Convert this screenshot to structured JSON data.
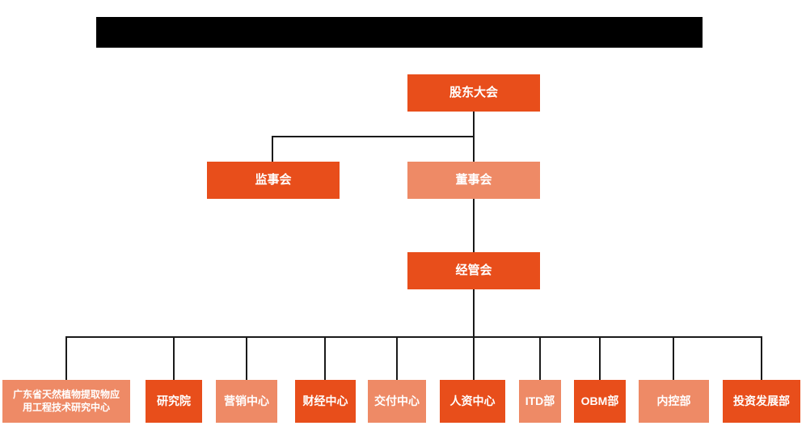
{
  "banner": {
    "description": "redacted-black-title-bar",
    "visible_text": ""
  },
  "colors": {
    "primary": "#E84E1B",
    "secondary": "#EE8A66",
    "line": "#1a1a1a",
    "banner": "#000000",
    "node_text": "#ffffff",
    "background": "#ffffff"
  },
  "org": {
    "level1": [
      {
        "id": "shareholders-meeting",
        "label": "股东大会",
        "variant": "primary"
      }
    ],
    "level2": [
      {
        "id": "supervisory-board",
        "label": "监事会",
        "variant": "primary"
      },
      {
        "id": "board-of-directors",
        "label": "董事会",
        "variant": "secondary"
      }
    ],
    "level3": [
      {
        "id": "management-committee",
        "label": "经管会",
        "variant": "primary"
      }
    ],
    "level4": [
      {
        "id": "guangdong-plant-extract-research-center",
        "label": "广东省天然植物提取物应用工程技术研究中心",
        "variant": "secondary"
      },
      {
        "id": "research-institute",
        "label": "研究院",
        "variant": "primary"
      },
      {
        "id": "marketing-center",
        "label": "营销中心",
        "variant": "secondary"
      },
      {
        "id": "finance-center",
        "label": "财经中心",
        "variant": "primary"
      },
      {
        "id": "delivery-center",
        "label": "交付中心",
        "variant": "secondary"
      },
      {
        "id": "hr-center",
        "label": "人资中心",
        "variant": "primary"
      },
      {
        "id": "itd-department",
        "label": "ITD部",
        "variant": "secondary"
      },
      {
        "id": "obm-department",
        "label": "OBM部",
        "variant": "primary"
      },
      {
        "id": "internal-control-department",
        "label": "内控部",
        "variant": "secondary"
      },
      {
        "id": "investment-development-department",
        "label": "投资发展部",
        "variant": "primary"
      }
    ]
  }
}
